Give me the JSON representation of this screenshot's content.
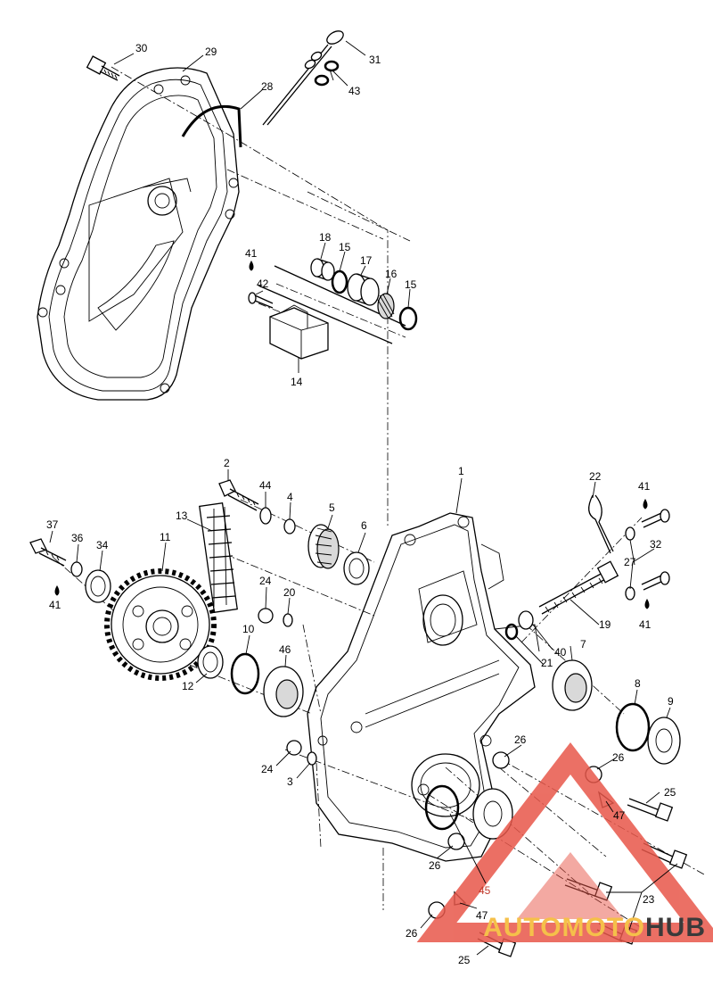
{
  "watermark": {
    "brand_light": "AUTOMOTO",
    "brand_dark": "HUB",
    "accent": "#e8574a"
  },
  "labels": [
    {
      "id": "p30",
      "text": "30"
    },
    {
      "id": "p29",
      "text": "29"
    },
    {
      "id": "p31",
      "text": "31"
    },
    {
      "id": "p43",
      "text": "43"
    },
    {
      "id": "p28",
      "text": "28"
    },
    {
      "id": "p18",
      "text": "18"
    },
    {
      "id": "p15a",
      "text": "15"
    },
    {
      "id": "p17",
      "text": "17"
    },
    {
      "id": "p16",
      "text": "16"
    },
    {
      "id": "p15b",
      "text": "15"
    },
    {
      "id": "p41a",
      "text": "41"
    },
    {
      "id": "p42",
      "text": "42"
    },
    {
      "id": "p14",
      "text": "14"
    },
    {
      "id": "p1",
      "text": "1"
    },
    {
      "id": "p22",
      "text": "22"
    },
    {
      "id": "p41b",
      "text": "41"
    },
    {
      "id": "p2",
      "text": "2"
    },
    {
      "id": "p44",
      "text": "44"
    },
    {
      "id": "p4",
      "text": "4"
    },
    {
      "id": "p5",
      "text": "5"
    },
    {
      "id": "p13",
      "text": "13"
    },
    {
      "id": "p6",
      "text": "6"
    },
    {
      "id": "p32",
      "text": "32"
    },
    {
      "id": "p27",
      "text": "27"
    },
    {
      "id": "p37",
      "text": "37"
    },
    {
      "id": "p36",
      "text": "36"
    },
    {
      "id": "p34",
      "text": "34"
    },
    {
      "id": "p11",
      "text": "11"
    },
    {
      "id": "p24a",
      "text": "24"
    },
    {
      "id": "p20",
      "text": "20"
    },
    {
      "id": "p19",
      "text": "19"
    },
    {
      "id": "p41c",
      "text": "41"
    },
    {
      "id": "p41d",
      "text": "41"
    },
    {
      "id": "p10",
      "text": "10"
    },
    {
      "id": "p46",
      "text": "46"
    },
    {
      "id": "p40",
      "text": "40"
    },
    {
      "id": "p21",
      "text": "21"
    },
    {
      "id": "p7",
      "text": "7"
    },
    {
      "id": "p12",
      "text": "12"
    },
    {
      "id": "p8",
      "text": "8"
    },
    {
      "id": "p9",
      "text": "9"
    },
    {
      "id": "p26a",
      "text": "26"
    },
    {
      "id": "p26b",
      "text": "26"
    },
    {
      "id": "p24b",
      "text": "24"
    },
    {
      "id": "p3",
      "text": "3"
    },
    {
      "id": "p25a",
      "text": "25"
    },
    {
      "id": "p47a",
      "text": "47"
    },
    {
      "id": "p26c",
      "text": "26"
    },
    {
      "id": "p45",
      "text": "45"
    },
    {
      "id": "p23",
      "text": "23"
    },
    {
      "id": "p47b",
      "text": "47"
    },
    {
      "id": "p26d",
      "text": "26"
    },
    {
      "id": "p25b",
      "text": "25"
    }
  ]
}
